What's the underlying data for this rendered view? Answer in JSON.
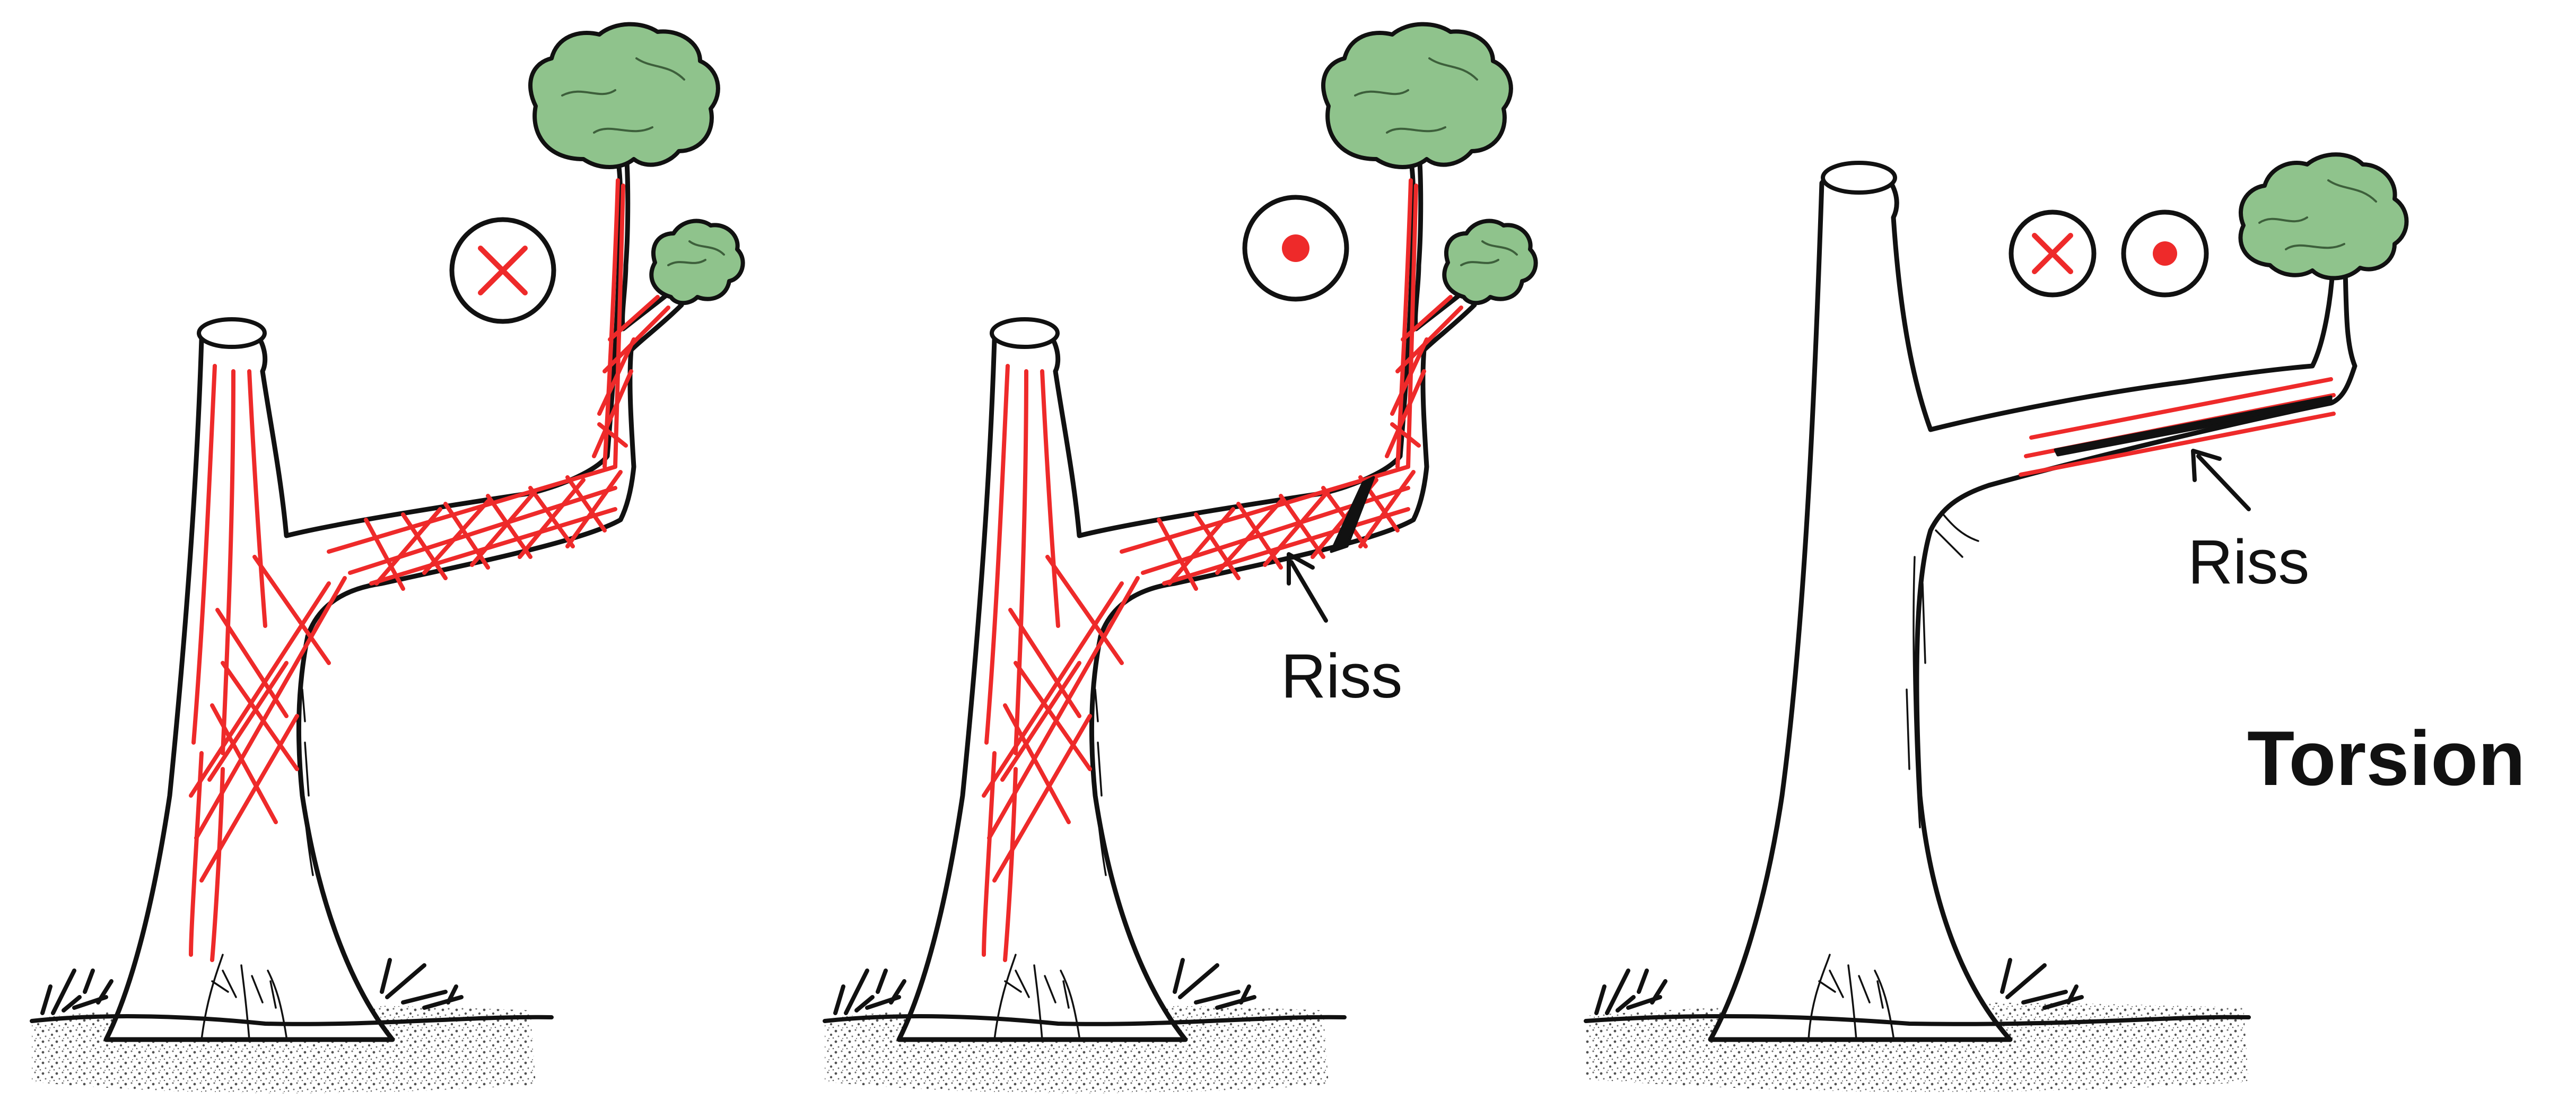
{
  "title": "Torsion",
  "panels": [
    {
      "symbol": "cross",
      "crack_label": ""
    },
    {
      "symbol": "dot",
      "crack_label": "Riss"
    },
    {
      "symbol": "cross-and-dot",
      "crack_label": "Riss"
    }
  ],
  "colors": {
    "fiber_red": "#ee2a2a",
    "crown_green": "#8fc38c",
    "outline": "#111111"
  }
}
